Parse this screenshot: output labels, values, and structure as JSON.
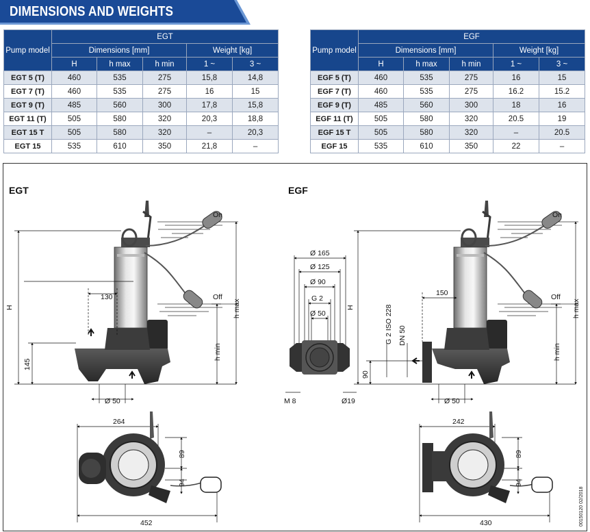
{
  "header": {
    "title": "DIMENSIONS AND WEIGHTS",
    "color": "#1a4a97",
    "light": "#5f8fd0"
  },
  "tables": [
    {
      "series": "EGT",
      "col_model": "Pump model",
      "col_dims": "Dimensions [mm]",
      "col_weight": "Weight [kg]",
      "sub": [
        "H",
        "h max",
        "h min",
        "1 ~",
        "3 ~"
      ],
      "rows": [
        [
          "EGT 5 (T)",
          "460",
          "535",
          "275",
          "15,8",
          "14,8"
        ],
        [
          "EGT 7 (T)",
          "460",
          "535",
          "275",
          "16",
          "15"
        ],
        [
          "EGT 9 (T)",
          "485",
          "560",
          "300",
          "17,8",
          "15,8"
        ],
        [
          "EGT 11 (T)",
          "505",
          "580",
          "320",
          "20,3",
          "18,8"
        ],
        [
          "EGT 15 T",
          "505",
          "580",
          "320",
          "–",
          "20,3"
        ],
        [
          "EGT 15",
          "535",
          "610",
          "350",
          "21,8",
          "–"
        ]
      ]
    },
    {
      "series": "EGF",
      "col_model": "Pump model",
      "col_dims": "Dimensions [mm]",
      "col_weight": "Weight [kg]",
      "sub": [
        "H",
        "h max",
        "h min",
        "1 ~",
        "3 ~"
      ],
      "rows": [
        [
          "EGF 5 (T)",
          "460",
          "535",
          "275",
          "16",
          "15"
        ],
        [
          "EGF 7 (T)",
          "460",
          "535",
          "275",
          "16.2",
          "15.2"
        ],
        [
          "EGF 9 (T)",
          "485",
          "560",
          "300",
          "18",
          "16"
        ],
        [
          "EGF 11 (T)",
          "505",
          "580",
          "320",
          "20.5",
          "19"
        ],
        [
          "EGF 15 T",
          "505",
          "580",
          "320",
          "–",
          "20.5"
        ],
        [
          "EGF 15",
          "535",
          "610",
          "350",
          "22",
          "–"
        ]
      ]
    }
  ],
  "drawing": {
    "egt": {
      "title": "EGT",
      "on": "On",
      "off": "Off",
      "H": "H",
      "hmax": "h max",
      "hmin": "h min",
      "d130": "130",
      "d145": "145",
      "d50": "Ø 50",
      "d264": "264",
      "d89": "89",
      "d94": "94",
      "d452": "452"
    },
    "egf": {
      "title": "EGF",
      "on": "On",
      "off": "Off",
      "H": "H",
      "hmax": "h max",
      "hmin": "h min",
      "d150": "150",
      "d90": "90",
      "d50": "Ø 50",
      "d165": "Ø 165",
      "d125": "Ø 125",
      "d90f": "Ø 90",
      "g2": "G 2",
      "d50f": "Ø 50",
      "thread": "G 2 ISO 228",
      "dn": "DN 50",
      "m8": "M 8",
      "d19": "Ø19",
      "d242": "242",
      "d89": "89",
      "d94": "94",
      "d430": "430"
    },
    "code": "00150120 02/2018"
  }
}
